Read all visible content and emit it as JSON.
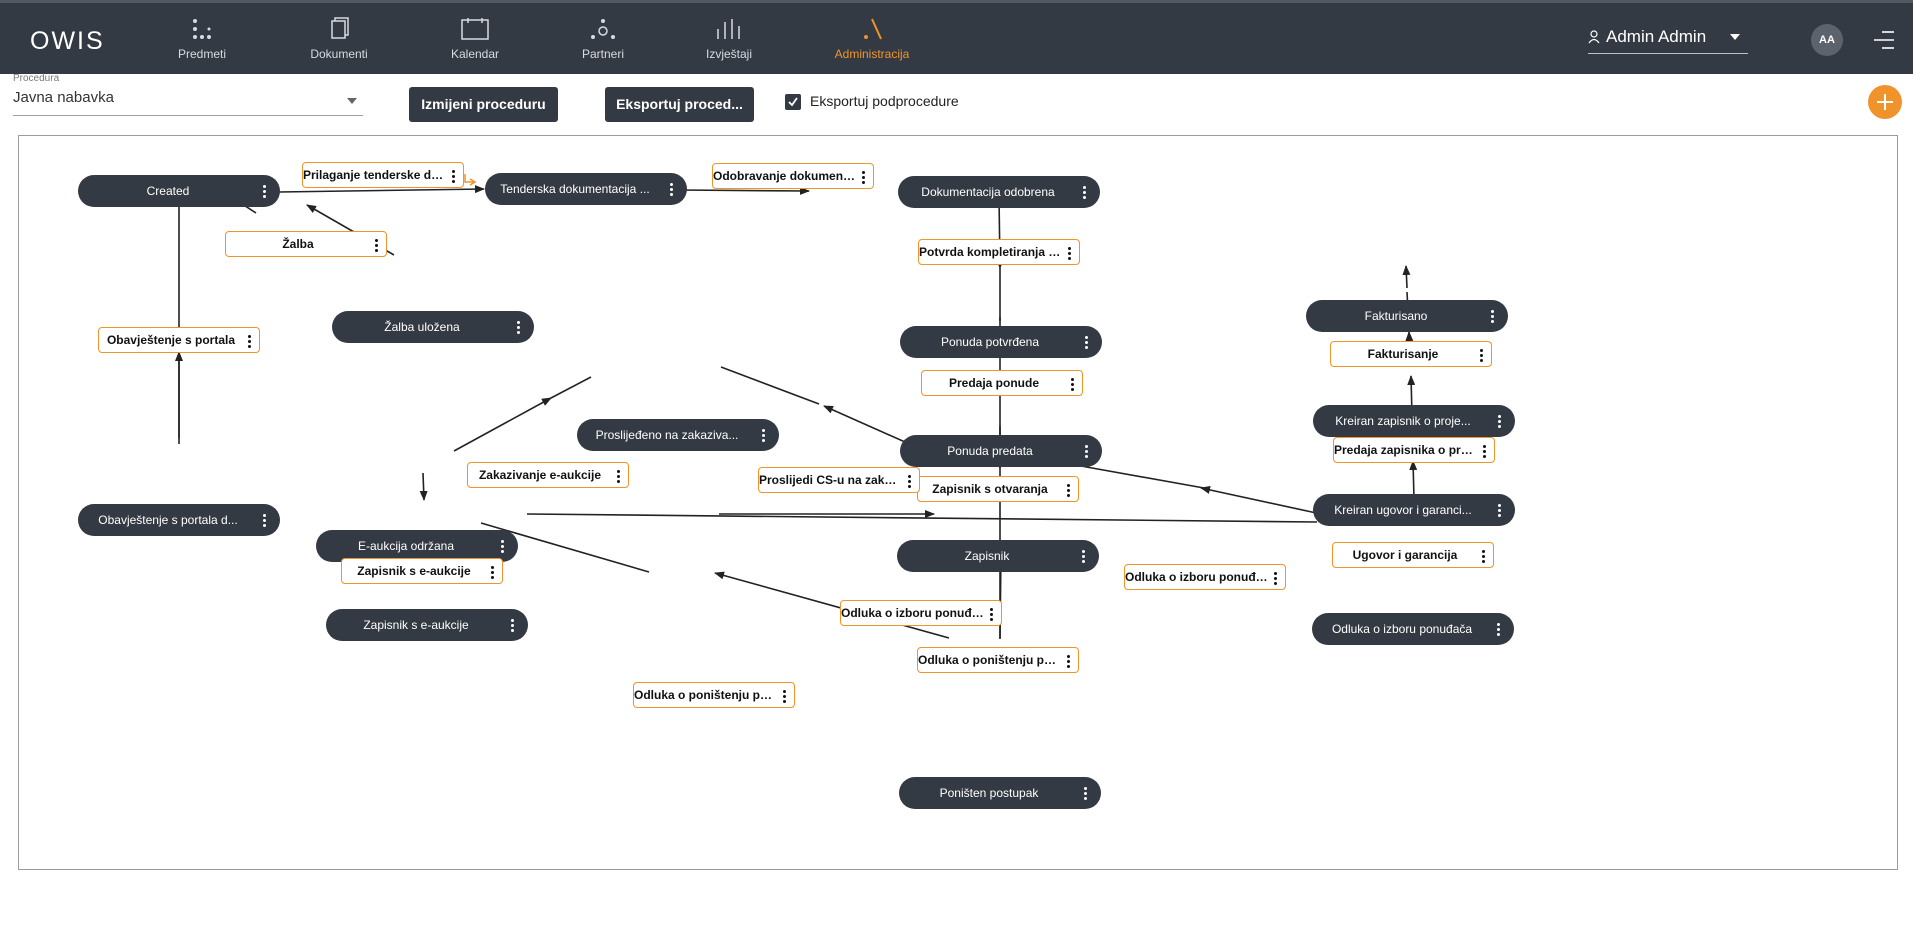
{
  "app": {
    "logo": "OWIS"
  },
  "nav": [
    {
      "label": "Predmeti",
      "icon": "dots-grid-icon"
    },
    {
      "label": "Dokumenti",
      "icon": "documents-icon"
    },
    {
      "label": "Kalendar",
      "icon": "calendar-icon"
    },
    {
      "label": "Partneri",
      "icon": "partners-icon"
    },
    {
      "label": "Izvještaji",
      "icon": "reports-icon"
    },
    {
      "label": "Administracija",
      "icon": "admin-icon"
    }
  ],
  "user": {
    "name": "Admin Admin",
    "initials": "AA"
  },
  "toolbar": {
    "procedure_label": "Procedura",
    "procedure_value": "Javna nabavka",
    "edit_button": "Izmijeni proceduru",
    "export_button": "Eksportuj proced...",
    "export_sub_label": "Eksportuj podprocedure",
    "export_sub_checked": true
  },
  "workflow": {
    "states": [
      "Created",
      "Tenderska dokumentacija ...",
      "Dokumentacija odobrena",
      "Žalba uložena",
      "Obavještenje s portala d...",
      "Ponuda potvrđena",
      "Ponuda predata",
      "Proslijeđeno na zakaziva...",
      "E-aukcija održana",
      "Zapisnik s e-aukcije",
      "Zapisnik",
      "Poništen postupak",
      "Fakturisano",
      "Kreiran zapisnik o proje...",
      "Kreiran ugovor i garanci...",
      "Odluka o izboru ponuđača"
    ],
    "transitions": [
      "Prilaganje tenderske dok...",
      "Odobravanje dokumentacije",
      "Žalba",
      "Obavještenje s portala",
      "Potvrda kompletiranja po...",
      "Predaja ponude",
      "Zapisnik s otvaranja",
      "Zakazivanje e-aukcije",
      "Proslijedi CS-u na zakaz...",
      "Zapisnik s e-aukcije",
      "Odluka o izboru ponuđača",
      "Odluka o poništenju post...",
      "Odluka o izboru ponuđača",
      "Odluka o poništenju post...",
      "Fakturisanje",
      "Predaja zapisnika o proj...",
      "Ugovor i garancija"
    ]
  }
}
